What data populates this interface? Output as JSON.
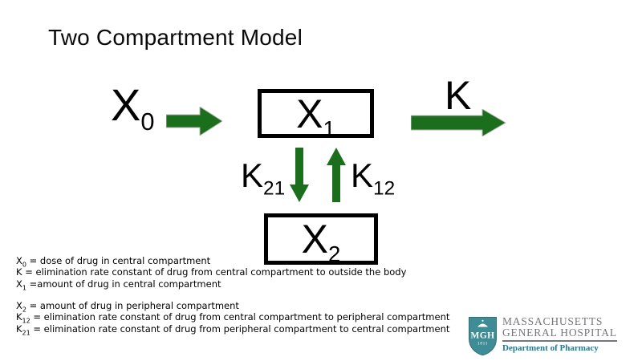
{
  "slide": {
    "title": "Two Compartment Model"
  },
  "colors": {
    "arrow_green": "#1b6e1b",
    "arrow_outline": "#b4b4b4",
    "box_border": "#000000",
    "shield_teal": "#3e8c96",
    "shield_edge": "#2e6f78",
    "logo_gray": "#75767a",
    "dept_teal": "#1e7b93",
    "white": "#ffffff"
  },
  "diagram": {
    "input_label": {
      "base": "X",
      "sub": "0"
    },
    "central_box": {
      "base": "X",
      "sub": "1"
    },
    "peripheral_box": {
      "base": "X",
      "sub": "2"
    },
    "elimination_label": "K",
    "k21": {
      "base": "K",
      "sub": "21"
    },
    "k12": {
      "base": "K",
      "sub": "12"
    }
  },
  "definitions": {
    "group1": [
      {
        "term": "X",
        "sub": "0",
        "rest": " = dose of drug in central compartment"
      },
      {
        "term": "K",
        "sub": "",
        "rest": " = elimination rate constant of drug from central compartment to outside the body"
      },
      {
        "term": "X",
        "sub": "1",
        "rest": " =amount of drug in central compartment"
      }
    ],
    "group2": [
      {
        "term": "X",
        "sub": "2",
        "rest": " = amount of drug in peripheral compartment"
      },
      {
        "term": "K",
        "sub": "12",
        "rest": " = elimination rate constant of drug from central compartment to peripheral compartment"
      },
      {
        "term": "K",
        "sub": "21",
        "rest": " = elimination rate constant of drug from peripheral compartment to central compartment"
      }
    ]
  },
  "logo": {
    "shield_text": "MGH",
    "shield_year": "1811",
    "line1": "MASSACHUSETTS",
    "line2": "GENERAL HOSPITAL",
    "department": "Department of Pharmacy"
  }
}
